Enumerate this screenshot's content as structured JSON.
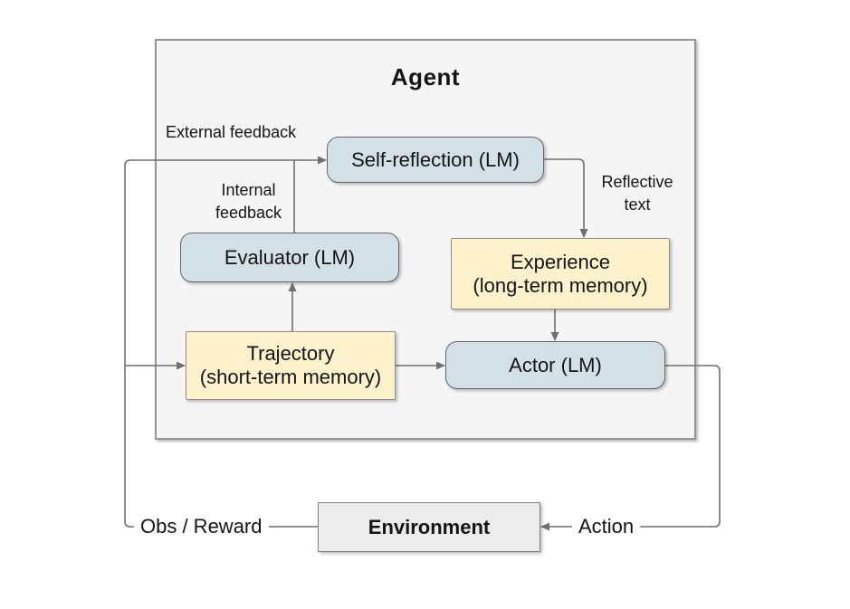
{
  "colors": {
    "line": "#6f6f6f",
    "box-blue": "#d3e1e6",
    "box-blue-border": "#60686b",
    "box-yellow": "#fdf2cc",
    "box-yellow-border": "#8d8d8d",
    "agent-bg": "#f5f5f6",
    "agent-border": "#949494",
    "env-bg": "#ececec",
    "env-border": "#7f7f7f"
  },
  "diagram": {
    "title": "Agent",
    "nodes": {
      "self_reflection": {
        "label": "Self-reflection (LM)"
      },
      "evaluator": {
        "label": "Evaluator (LM)"
      },
      "actor": {
        "label": "Actor (LM)"
      },
      "experience": {
        "label": "Experience",
        "sublabel": "(long-term memory)"
      },
      "trajectory": {
        "label": "Trajectory",
        "sublabel": "(short-term memory)"
      },
      "environment": {
        "label": "Environment"
      }
    },
    "edge_labels": {
      "external_feedback": "External feedback",
      "internal_feedback": "Internal feedback",
      "reflective_text": "Reflective text",
      "obs_reward": "Obs / Reward",
      "action": "Action"
    }
  }
}
